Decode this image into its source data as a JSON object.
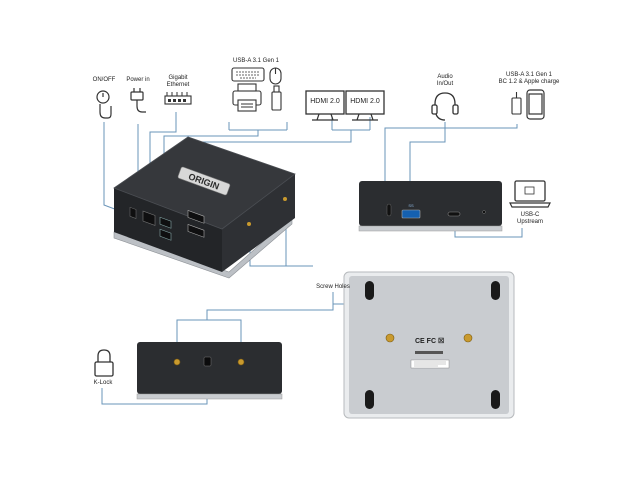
{
  "labels": {
    "on_off": "ON/OFF",
    "power_in": "Power in",
    "gigabit_ethernet_line1": "Gigabit",
    "gigabit_ethernet_line2": "Ethernet",
    "usb_a_31_gen1": "USB-A 3.1 Gen 1",
    "hdmi_1": "HDMI 2.0",
    "hdmi_2": "HDMI 2.0",
    "audio_line1": "Audio",
    "audio_line2": "In/Out",
    "usb_a_bc_line1": "USB-A 3.1 Gen 1",
    "usb_a_bc_line2": "BC 1.2 & Apple charge",
    "usb_c_line1": "USB-C",
    "usb_c_line2": "Upstream",
    "screw_holes": "Screw Holes",
    "k_lock": "K-Lock"
  },
  "device": {
    "brand": "ORIGIN",
    "port_label": "SS"
  },
  "colors": {
    "line": "#6a94b8",
    "body_dark": "#2b2d30",
    "body_top": "#3a3c40",
    "silver": "#c9ccd0",
    "screw": "#c99a2e"
  }
}
